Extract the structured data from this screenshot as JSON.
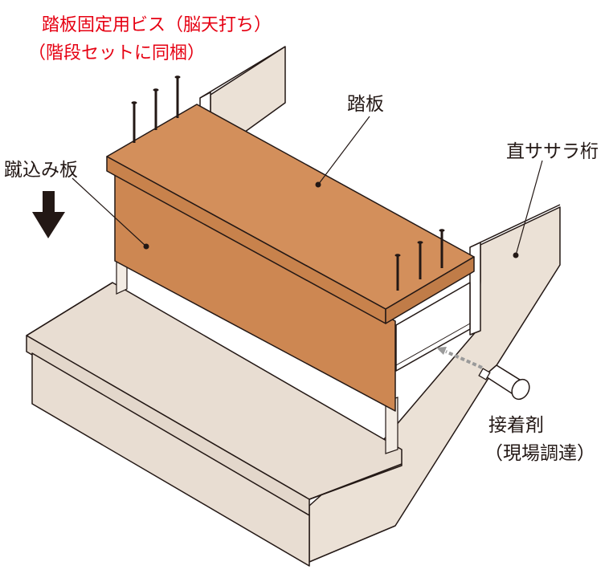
{
  "colors": {
    "background": "#ffffff",
    "wall": "#ebe1d6",
    "outline": "#231815",
    "tread_top": "#d38f5b",
    "tread_front": "#cc8750",
    "tread_side": "#c5824e",
    "riser": "#cd8752",
    "step": "#e8ddd2",
    "red_text": "#e60012",
    "arrow": "#231815"
  },
  "labels": {
    "screw_line1": "踏板固定用ビス（脳天打ち）",
    "screw_line2": "（階段セットに同梱）",
    "tread": "踏板",
    "riser": "蹴込み板",
    "stringer": "直ササラ桁",
    "adhesive_line1": "接着剤",
    "adhesive_line2": "（現場調達）"
  },
  "icons": {
    "down_arrow": "arrow-down-icon",
    "adhesive_tube": "adhesive-tube-icon",
    "screw": "screw-icon"
  }
}
